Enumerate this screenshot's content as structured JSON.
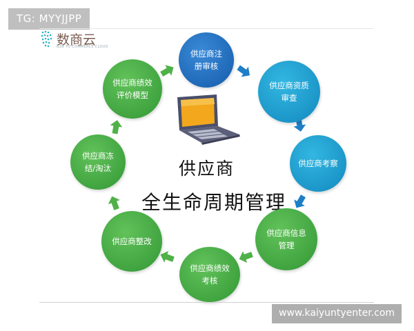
{
  "watermark": {
    "top_left": "TG: MYYJJPP",
    "bottom_right": "www.kaiyuntyenter.com"
  },
  "brand": {
    "name": "数商云",
    "subtitle": "B2B TO COMMERCE CLOUD"
  },
  "center": {
    "line1": "供应商",
    "line2": "全生命周期管理"
  },
  "nodes": [
    {
      "label": "供应商注册审核",
      "color": "blue"
    },
    {
      "label": "供应商资质审查",
      "color": "teal"
    },
    {
      "label": "供应商考察",
      "color": "teal"
    },
    {
      "label": "供应商信息管理",
      "color": "green"
    },
    {
      "label": "供应商绩效考核",
      "color": "green"
    },
    {
      "label": "供应商整改",
      "color": "green"
    },
    {
      "label": "供应商冻结/淘汰",
      "color": "green"
    },
    {
      "label": "供应商绩效评价模型",
      "color": "green"
    }
  ],
  "colors": {
    "blue": "#1f69b8",
    "teal": "#1a94c7",
    "green": "#3ea23e",
    "arrow_blue": "#1e7fc6",
    "arrow_green": "#4fb148"
  }
}
